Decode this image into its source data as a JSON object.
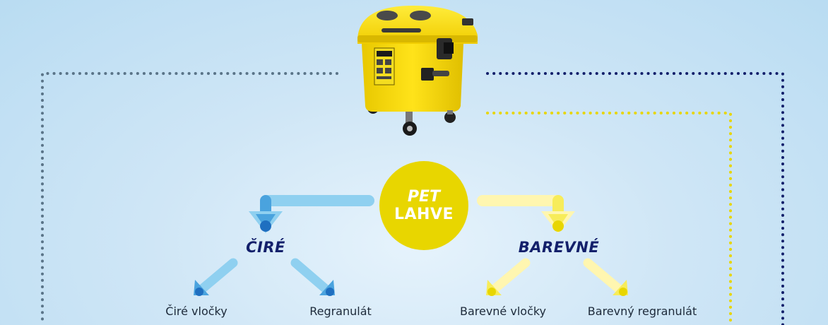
{
  "center": {
    "line1": "PET",
    "line2": "LAHVE"
  },
  "categories": {
    "clear": "ČIRÉ",
    "colored": "BAREVNÉ"
  },
  "outputs": {
    "clear_flakes": "Čiré vločky",
    "clear_regranulate": "Regranulát",
    "colored_flakes": "Barevné vločky",
    "colored_regranulate": "Barevný regranulát"
  },
  "colors": {
    "blue_light": "#8fd0f0",
    "blue_mid": "#4aa3de",
    "blue_dark": "#1f6fc0",
    "yellow_light": "#fff6b0",
    "yellow_mid": "#f7ec5a",
    "yellow_dark": "#e8d600",
    "navy": "#13206b",
    "slate": "#5a7488"
  },
  "icons": [
    "yellow-recycling-bin-icon"
  ]
}
